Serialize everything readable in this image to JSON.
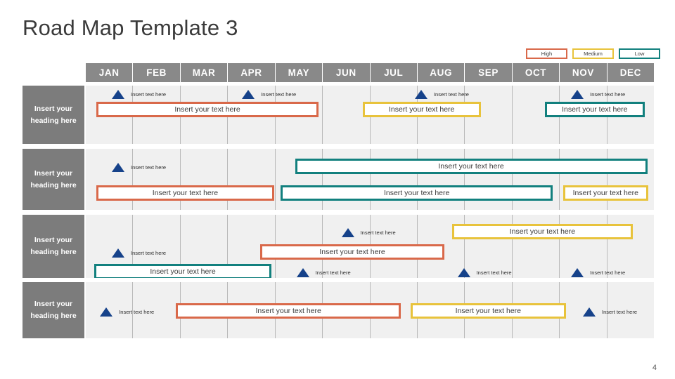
{
  "page_title": "Road Map Template 3",
  "page_number": "4",
  "colors": {
    "high": "#D9694A",
    "medium": "#E8C33C",
    "low": "#12807E",
    "milestone": "#16428A",
    "header_gray": "#898989",
    "row_head_gray": "#7C7C7C",
    "lane_bg": "#F0F0F0"
  },
  "legend": {
    "items": [
      {
        "label": "High",
        "priority": "high"
      },
      {
        "label": "Medium",
        "priority": "medium"
      },
      {
        "label": "Low",
        "priority": "low"
      }
    ]
  },
  "timeline": {
    "months": [
      "JAN",
      "FEB",
      "MAR",
      "APR",
      "MAY",
      "JUN",
      "JUL",
      "AUG",
      "SEP",
      "OCT",
      "NOV",
      "DEC"
    ]
  },
  "rows": [
    {
      "heading": "Insert your heading here",
      "bars": [
        {
          "label": "Insert your text here",
          "priority": "high",
          "start_month": 0.22,
          "end_month": 4.92,
          "lane": 0
        },
        {
          "label": "Insert your text here",
          "priority": "medium",
          "start_month": 5.85,
          "end_month": 8.34,
          "lane": 0
        },
        {
          "label": "Insert your text here",
          "priority": "low",
          "start_month": 9.7,
          "end_month": 11.8,
          "lane": 0
        }
      ],
      "milestones": [
        {
          "label": "Insert text here",
          "month": 0.55,
          "lane": 1
        },
        {
          "label": "Insert text here",
          "month": 3.3,
          "lane": 1
        },
        {
          "label": "Insert text here",
          "month": 6.95,
          "lane": 1
        },
        {
          "label": "Insert text here",
          "month": 10.25,
          "lane": 1
        }
      ]
    },
    {
      "heading": "Insert your heading here",
      "bars": [
        {
          "label": "Insert your text here",
          "priority": "low",
          "start_month": 4.42,
          "end_month": 11.86,
          "lane": 0
        },
        {
          "label": "Insert your text here",
          "priority": "high",
          "start_month": 0.22,
          "end_month": 3.98,
          "lane": 1
        },
        {
          "label": "Insert your text here",
          "priority": "low",
          "start_month": 4.12,
          "end_month": 9.86,
          "lane": 1
        },
        {
          "label": "Insert your text here",
          "priority": "medium",
          "start_month": 10.08,
          "end_month": 11.88,
          "lane": 1
        }
      ],
      "milestones": [
        {
          "label": "Insert text here",
          "month": 0.55,
          "lane": 0
        }
      ]
    },
    {
      "heading": "Insert your heading here",
      "bars": [
        {
          "label": "Insert your text here",
          "priority": "high",
          "start_month": 3.68,
          "end_month": 7.58,
          "lane": 1
        },
        {
          "label": "Insert your text here",
          "priority": "medium",
          "start_month": 7.74,
          "end_month": 11.55,
          "lane": 0
        },
        {
          "label": "Insert your text here",
          "priority": "low",
          "start_month": 0.18,
          "end_month": 3.92,
          "lane": 2
        }
      ],
      "milestones": [
        {
          "label": "Insert text here",
          "month": 0.55,
          "lane": 1
        },
        {
          "label": "Insert text here",
          "month": 5.4,
          "lane": 0
        },
        {
          "label": "Insert text here",
          "month": 4.45,
          "lane": 2
        },
        {
          "label": "Insert text here",
          "month": 7.85,
          "lane": 2
        },
        {
          "label": "Insert text here",
          "month": 10.25,
          "lane": 2
        }
      ]
    },
    {
      "heading": "Insert your heading here",
      "bars": [
        {
          "label": "Insert your text here",
          "priority": "high",
          "start_month": 1.9,
          "end_month": 6.66,
          "lane": 0
        },
        {
          "label": "Insert your text here",
          "priority": "medium",
          "start_month": 6.86,
          "end_month": 10.14,
          "lane": 0
        }
      ],
      "milestones": [
        {
          "label": "Insert text here",
          "month": 0.3,
          "lane": 0
        },
        {
          "label": "Insert text here",
          "month": 10.5,
          "lane": 0
        }
      ]
    }
  ]
}
